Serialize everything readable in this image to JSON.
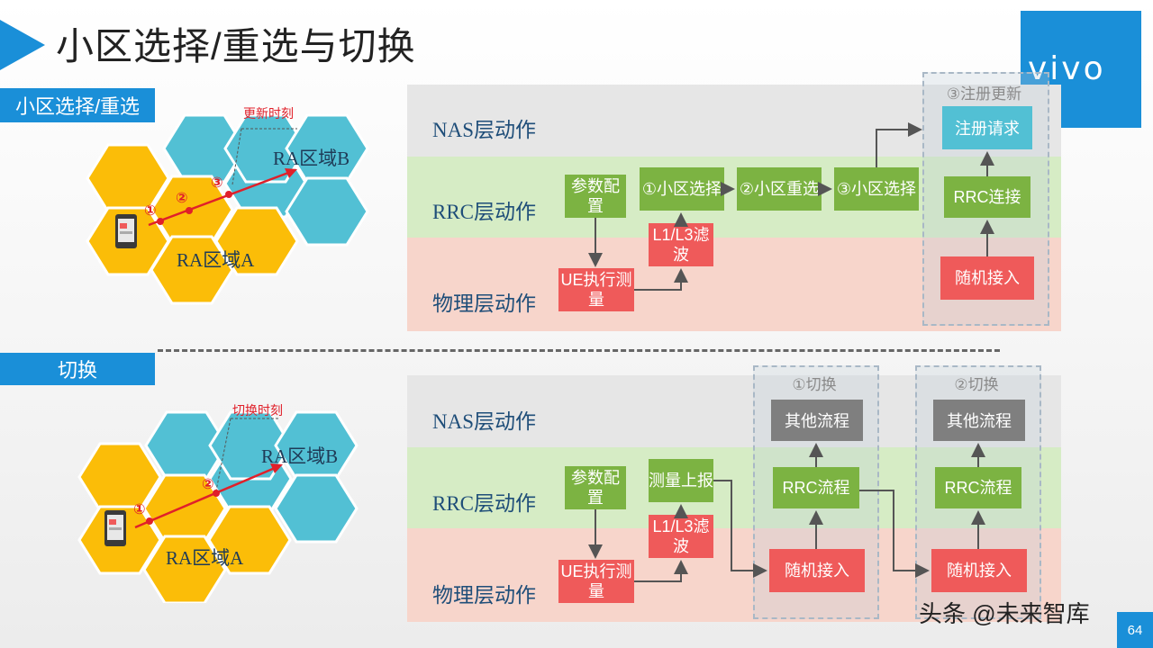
{
  "title": "小区选择/重选与切换",
  "logo": "vivo",
  "page_number": "64",
  "watermark": "头条 @未来智库",
  "top": {
    "tag": "小区选择/重选",
    "moment": "更新时刻",
    "area_a": "RA区域A",
    "area_b": "RA区域B",
    "markers": [
      "①",
      "②",
      "③"
    ],
    "layers": {
      "nas": "NAS层动作",
      "rrc": "RRC层动作",
      "phy": "物理层动作"
    },
    "param_config": "参数配置",
    "cell_select_1": "①小区选择",
    "cell_reselect_2": "②小区重选",
    "cell_select_3": "③小区选择",
    "filter": "L1/L3滤波",
    "ue_measure": "UE执行测量",
    "group_label": "③注册更新",
    "register_request": "注册请求",
    "rrc_connect": "RRC连接",
    "random_access": "随机接入"
  },
  "bottom": {
    "tag": "切换",
    "moment": "切换时刻",
    "area_a": "RA区域A",
    "area_b": "RA区域B",
    "markers": [
      "①",
      "②"
    ],
    "layers": {
      "nas": "NAS层动作",
      "rrc": "RRC层动作",
      "phy": "物理层动作"
    },
    "param_config": "参数配置",
    "measure_report": "测量上报",
    "filter": "L1/L3滤波",
    "ue_measure": "UE执行测量",
    "ho1": {
      "label": "①切换",
      "other": "其他流程",
      "rrc": "RRC流程",
      "ra": "随机接入"
    },
    "ho2": {
      "label": "②切换",
      "other": "其他流程",
      "rrc": "RRC流程",
      "ra": "随机接入"
    }
  }
}
